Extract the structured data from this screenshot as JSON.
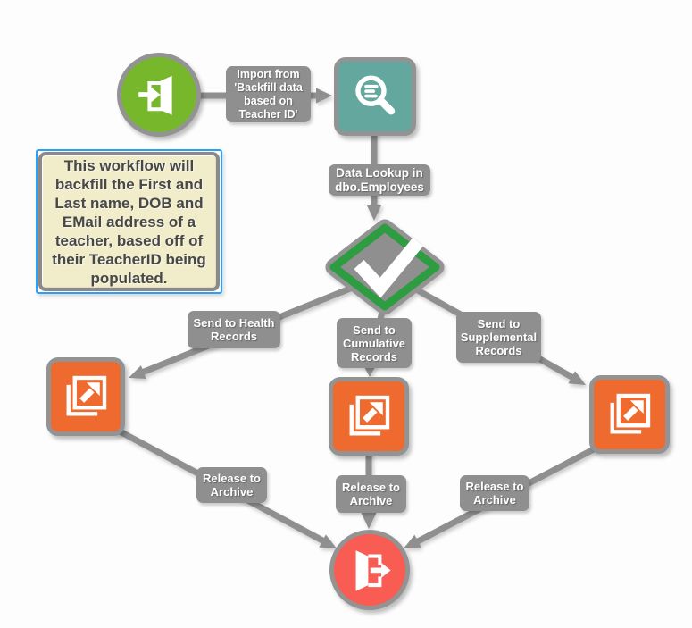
{
  "colors": {
    "start": "#77b72b",
    "lookup": "#63a79e",
    "decision": "#2e9c41",
    "export": "#ee6a2e",
    "end": "#f85c52",
    "edge": "#8f8f8f",
    "node-border": "#939393",
    "note-fill": "#f1ecca",
    "note-border": "#8a8a8a",
    "note-selection": "#2d9ff5",
    "background": "#fdfdfd",
    "label-text": "#ffffff",
    "note-text": "#474747"
  },
  "nodes": {
    "start": {
      "type": "start",
      "icon": "door-enter-icon",
      "color": "#77b72b"
    },
    "lookup": {
      "type": "activity",
      "icon": "search-icon",
      "color": "#63a79e"
    },
    "decision": {
      "type": "decision",
      "icon": "check-icon",
      "color": "#2e9c41"
    },
    "export_health": {
      "type": "export",
      "icon": "publish-icon",
      "color": "#ee6a2e"
    },
    "export_cumulative": {
      "type": "export",
      "icon": "publish-icon",
      "color": "#ee6a2e"
    },
    "export_supplemental": {
      "type": "export",
      "icon": "publish-icon",
      "color": "#ee6a2e"
    },
    "end": {
      "type": "end",
      "icon": "door-exit-icon",
      "color": "#f85c52"
    }
  },
  "edges": {
    "import": {
      "label": "Import from\n'Backfill data\nbased on\nTeacher ID'"
    },
    "lookup": {
      "label": "Data Lookup in\ndbo.Employees"
    },
    "health": {
      "label": "Send to Health\nRecords"
    },
    "cumulative": {
      "label": "Send to\nCumulative\nRecords"
    },
    "supplemental": {
      "label": "Send to\nSupplemental\nRecords"
    },
    "release_health": {
      "label": "Release to\nArchive"
    },
    "release_cumulative": {
      "label": "Release to\nArchive"
    },
    "release_supplemental": {
      "label": "Release to\nArchive"
    }
  },
  "note": {
    "text": "This workflow will\nbackfill the First and\nLast name, DOB and\nEMail address of a\nteacher, based off of\ntheir TeacherID being\npopulated."
  }
}
